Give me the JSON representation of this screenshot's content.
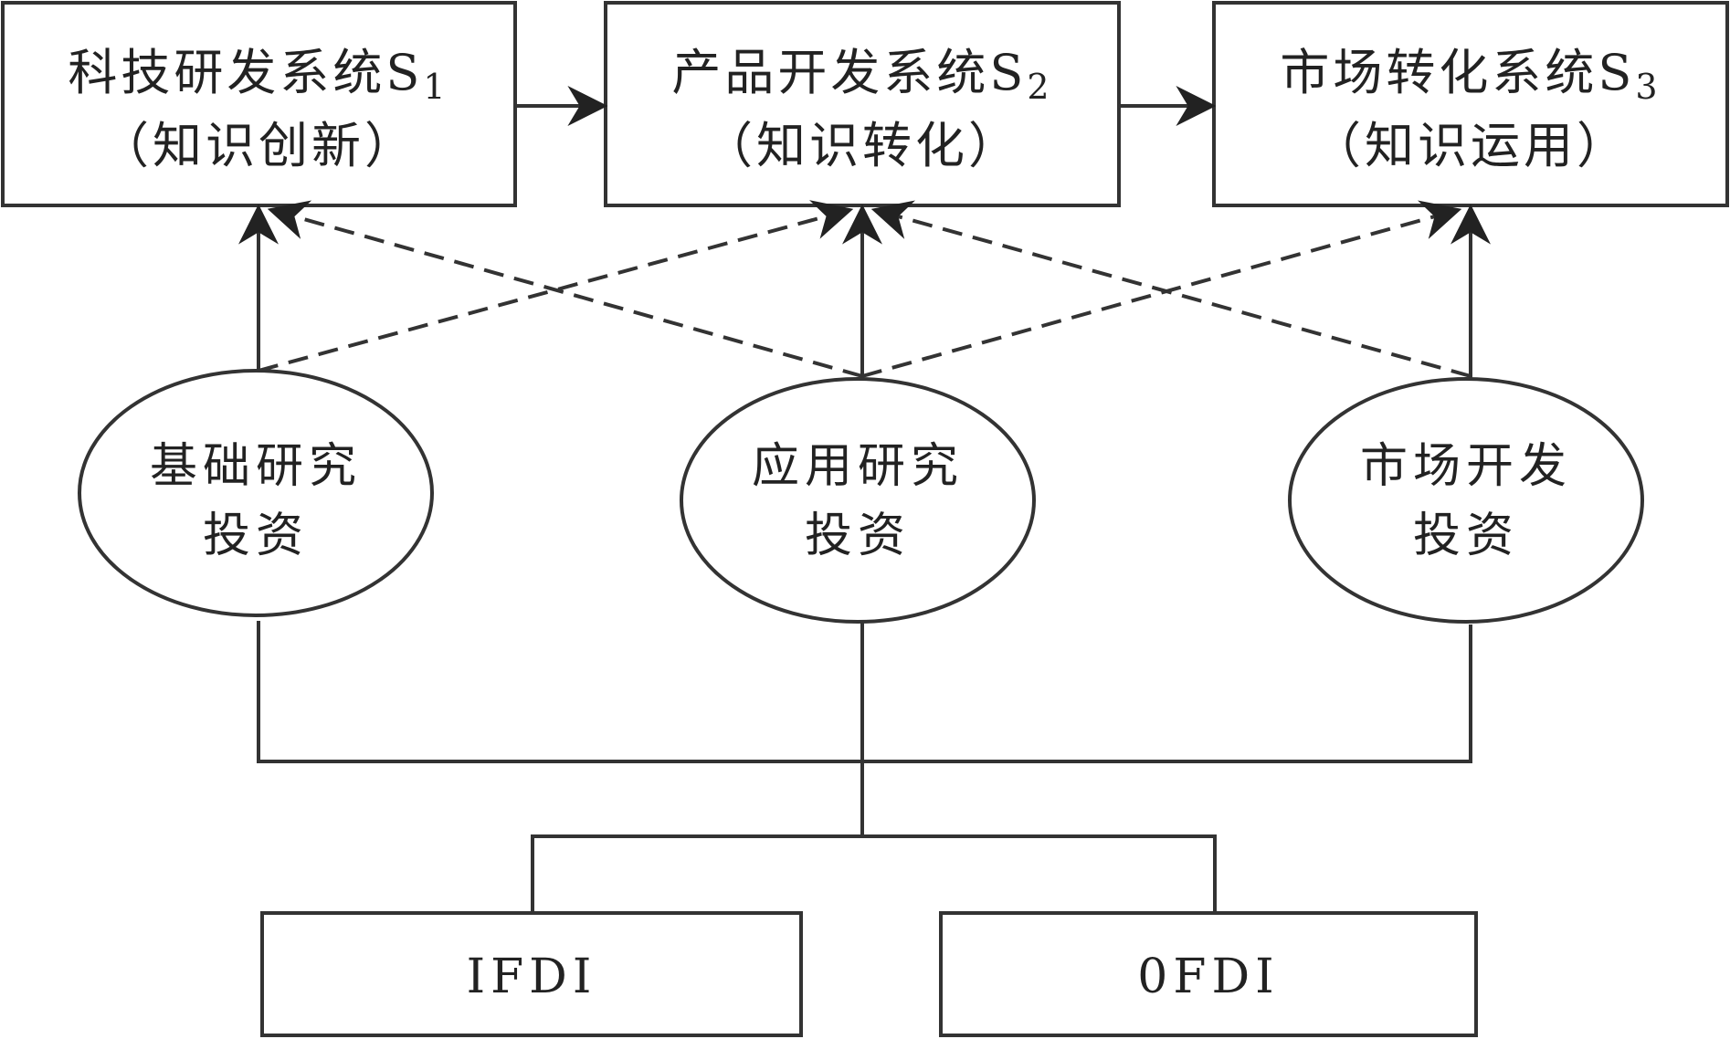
{
  "systems": [
    {
      "line1": "科技研发系统S",
      "sub": "1",
      "line2": "（知识创新）"
    },
    {
      "line1": "产品开发系统S",
      "sub": "2",
      "line2": "（知识转化）"
    },
    {
      "line1": "市场转化系统S",
      "sub": "3",
      "line2": "（知识运用）"
    }
  ],
  "investments": [
    {
      "line1": "基础研究",
      "line2": "投资"
    },
    {
      "line1": "应用研究",
      "line2": "投资"
    },
    {
      "line1": "市场开发",
      "line2": "投资"
    }
  ],
  "sources": [
    {
      "label": "IFDI"
    },
    {
      "label": "0FDI"
    }
  ],
  "colors": {
    "stroke": "#333333",
    "text": "#222222",
    "background": "#ffffff"
  }
}
